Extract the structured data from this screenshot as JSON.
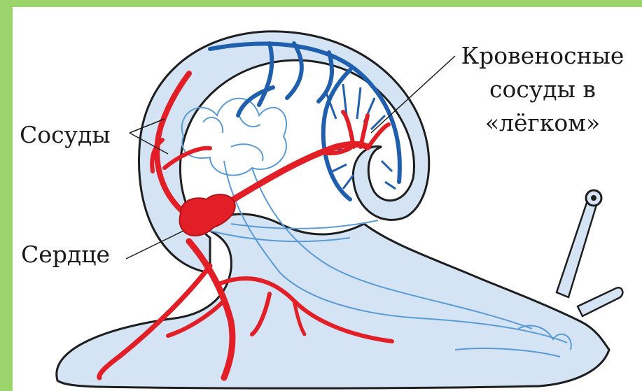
{
  "labels": {
    "vessels": "Сосуды",
    "heart": "Сердце",
    "lung_vessels_line1": "Кровеносные",
    "lung_vessels_line2": "сосуды в",
    "lung_vessels_line3": "«лёгком»"
  },
  "colors": {
    "frame": "#9bd46a",
    "body_fill": "#d4e4f4",
    "outline": "#1e1e1e",
    "artery": "#e21f26",
    "vein": "#1f5fae",
    "organ_line": "#5b9bd5"
  }
}
